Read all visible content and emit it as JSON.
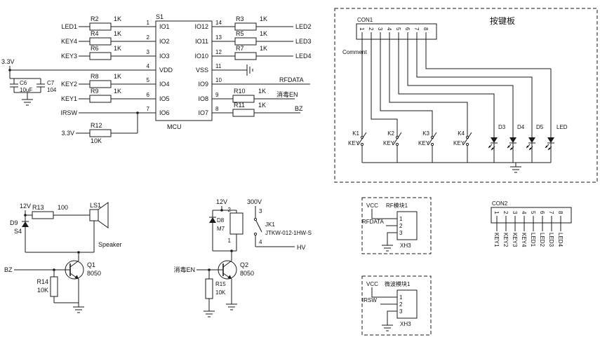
{
  "schematic": {
    "mcu": {
      "refdes": "S1",
      "part": "MCU",
      "left_pins": [
        {
          "num": "1",
          "name": "IO1"
        },
        {
          "num": "2",
          "name": "IO2"
        },
        {
          "num": "3",
          "name": "IO3"
        },
        {
          "num": "4",
          "name": "VDD"
        },
        {
          "num": "5",
          "name": "IO4"
        },
        {
          "num": "6",
          "name": "IO5"
        },
        {
          "num": "7",
          "name": "IO6"
        }
      ],
      "right_pins": [
        {
          "num": "14",
          "name": "IO12"
        },
        {
          "num": "13",
          "name": "IO11"
        },
        {
          "num": "12",
          "name": "IO10"
        },
        {
          "num": "11",
          "name": "VSS"
        },
        {
          "num": "10",
          "name": "IO9"
        },
        {
          "num": "9",
          "name": "IO8"
        },
        {
          "num": "8",
          "name": "IO7"
        }
      ]
    },
    "left_rows": [
      {
        "net": "LED1",
        "ref": "R2",
        "val": "1K"
      },
      {
        "net": "KEY4",
        "ref": "R4",
        "val": "1K"
      },
      {
        "net": "KEY3",
        "ref": "R6",
        "val": "1K"
      },
      {
        "net": "KEY2",
        "ref": "R8",
        "val": "1K"
      },
      {
        "net": "KEY1",
        "ref": "R9",
        "val": "1K"
      },
      {
        "net": "IRSW"
      }
    ],
    "pullup": {
      "net": "3.3V",
      "ref": "R12",
      "val": "10K"
    },
    "power": {
      "net": "3.3V",
      "c1_ref": "C6",
      "c1_val": "10uF",
      "c2_ref": "C7",
      "c2_val": "104"
    },
    "right_rows": [
      {
        "ref": "R3",
        "val": "1K",
        "net": "LED2"
      },
      {
        "ref": "R5",
        "val": "1K",
        "net": "LED3"
      },
      {
        "ref": "R7",
        "val": "1K",
        "net": "LED4"
      },
      {
        "net": "RFDATA"
      },
      {
        "ref": "R10",
        "val": "1K",
        "net": "消毒EN"
      },
      {
        "ref": "R11",
        "val": "1K",
        "net": "BZ"
      }
    ],
    "keypad": {
      "title": "按键板",
      "con_ref": "CON1",
      "comment": "Comment",
      "pins": [
        "1",
        "2",
        "3",
        "4",
        "5",
        "6",
        "7",
        "8"
      ],
      "keys": [
        {
          "ref": "K1",
          "val": "KEY"
        },
        {
          "ref": "K2",
          "val": "KEY"
        },
        {
          "ref": "K3",
          "val": "KEY"
        },
        {
          "ref": "K4",
          "val": "KEY"
        }
      ],
      "leds": [
        {
          "ref": "D3"
        },
        {
          "ref": "D4"
        },
        {
          "ref": "D5"
        },
        {
          "ref": "LED"
        }
      ]
    },
    "speaker": {
      "rail": "12V",
      "r_ref": "R13",
      "r_val": "100",
      "d_ref": "D9",
      "d_val": "S4",
      "spk_ref": "LS1",
      "spk_val": "Speaker",
      "input": "BZ",
      "q_ref": "Q1",
      "q_val": "8050",
      "rb_ref": "R14",
      "rb_val": "10K"
    },
    "relay": {
      "rail": "12V",
      "sw_rail": "300V",
      "d_ref": "D8",
      "d_val": "M7",
      "ref": "JK1",
      "val": "JTKW-012-1HW-S",
      "coil_top": "2",
      "coil_bot": "1",
      "sw_top": "3",
      "sw_bot": "4",
      "out": "HV",
      "input": "消毒EN",
      "q_ref": "Q2",
      "q_val": "8050",
      "rb_ref": "R15",
      "rb_val": "10K"
    },
    "rf_module": {
      "vcc": "VCC",
      "title": "RF模块1",
      "signal": "RFDATA",
      "pins": [
        "1",
        "2",
        "3"
      ],
      "conn": "XH3"
    },
    "con2": {
      "ref": "CON2",
      "pins": [
        "1",
        "2",
        "3",
        "4",
        "5",
        "6",
        "7",
        "8"
      ],
      "nets": [
        "KEY1",
        "KEY2",
        "KEY3",
        "KEY4",
        "LED1",
        "LED2",
        "LED3",
        "LED4"
      ]
    },
    "wave_module": {
      "vcc": "VCC",
      "title": "微波模块1",
      "signal": "IRSW",
      "pins": [
        "1",
        "2",
        "3"
      ],
      "conn": "XH3"
    }
  }
}
